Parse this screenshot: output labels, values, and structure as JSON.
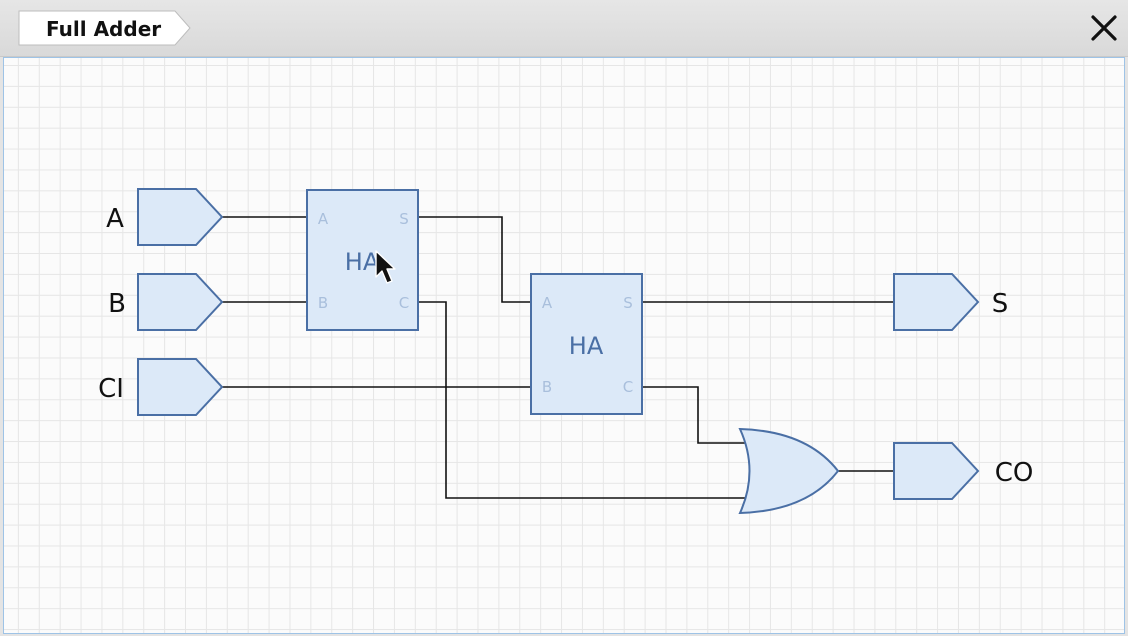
{
  "window": {
    "tab_title": "Full Adder"
  },
  "icons": {
    "close": "close-icon",
    "cursor": "mouse-pointer-icon"
  },
  "circuit": {
    "inputs": [
      {
        "label": "A"
      },
      {
        "label": "B"
      },
      {
        "label": "CI"
      }
    ],
    "outputs": [
      {
        "label": "S"
      },
      {
        "label": "CO"
      }
    ],
    "half_adders": [
      {
        "label": "HA",
        "ports": {
          "a": "A",
          "b": "B",
          "s": "S",
          "c": "C"
        }
      },
      {
        "label": "HA",
        "ports": {
          "a": "A",
          "b": "B",
          "s": "S",
          "c": "C"
        }
      }
    ]
  },
  "colors": {
    "component_fill": "#dce9f8",
    "component_stroke": "#4a6fa5",
    "port_label": "#a9bfdc",
    "block_label": "#4a6fa5",
    "wire": "#111111"
  }
}
